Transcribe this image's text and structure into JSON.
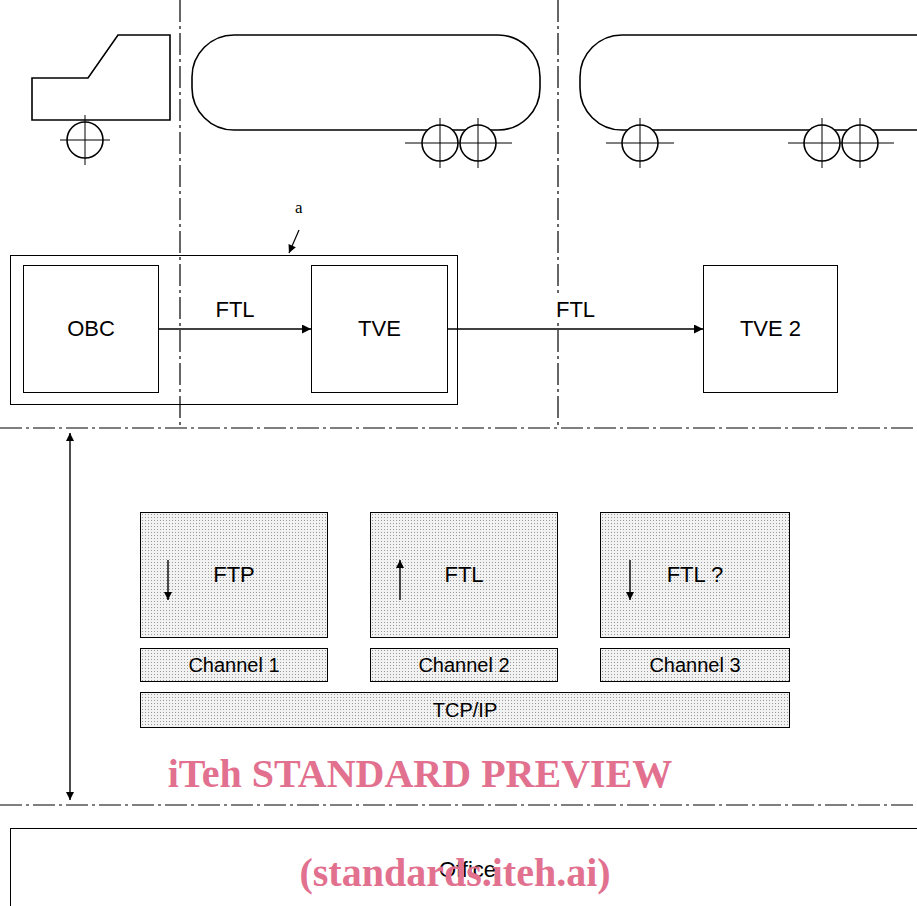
{
  "diagram": {
    "nodes": [
      {
        "text": [
          "a"
        ]
      },
      {
        "text": [
          "OBC"
        ],
        "in": 0
      },
      {
        "text": [
          "TVE"
        ],
        "in": 0
      },
      {
        "text": [
          "TVE 2"
        ]
      },
      {
        "text": [
          "FTP"
        ]
      },
      {
        "text": [
          "FTL"
        ]
      },
      {
        "text": [
          "FTL ?"
        ]
      },
      {
        "text": [
          "Channel 1"
        ]
      },
      {
        "text": [
          "Channel 2"
        ]
      },
      {
        "text": [
          "Channel 3"
        ]
      },
      {
        "text": [
          "TCP/IP"
        ]
      },
      {
        "text": [
          "Office"
        ]
      }
    ],
    "edges": [
      {
        "from": 1,
        "to": 2,
        "label": "FTL",
        "arrow": "to"
      },
      {
        "from": 2,
        "to": 3,
        "label": "FTL",
        "arrow": "to"
      }
    ],
    "labels": [
      "iTeh STANDARD PREVIEW",
      "(standards.iteh.ai)"
    ]
  }
}
